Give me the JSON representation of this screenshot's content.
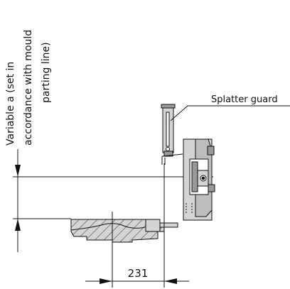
{
  "labels": {
    "variable_a_line1": "Variable a (set in",
    "variable_a_line2": "accordance with mould",
    "variable_a_line3": "parting line)",
    "splatter_guard": "Splatter guard",
    "dimension_231": "231"
  },
  "colors": {
    "line": "#111111",
    "part_fill": "#d4d4d4",
    "part_dark": "#9a9a9a",
    "hatch": "#555555"
  }
}
